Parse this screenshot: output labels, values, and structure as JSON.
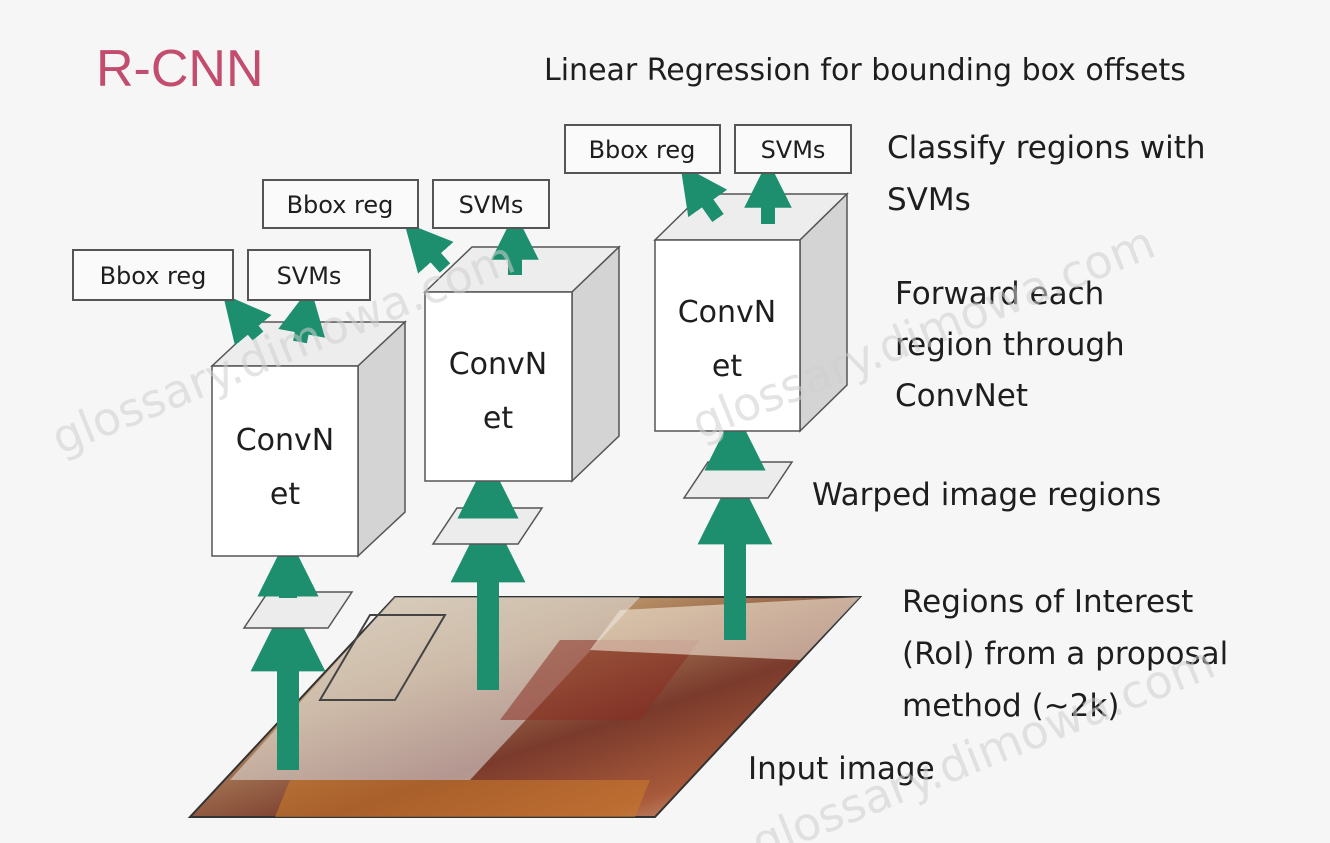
{
  "title": "R-CNN",
  "heading": "Linear Regression for bounding box offsets",
  "labels": {
    "classify_line1": "Classify regions with",
    "classify_line2": "SVMs",
    "forward_line1": "Forward each",
    "forward_line2": "region through",
    "forward_line3": "ConvNet",
    "warped": "Warped image regions",
    "roi_line1": "Regions of Interest",
    "roi_line2": "(RoI) from a proposal",
    "roi_line3": "method (~2k)",
    "input": "Input image"
  },
  "boxes": {
    "bbox_label": "Bbox reg",
    "svm_label": "SVMs"
  },
  "convnet": {
    "line1": "ConvN",
    "line2": "et"
  },
  "watermark": [
    "glossary.dimowa.com",
    "glossary.dimowa.com",
    "glossary.dimowa.com"
  ],
  "colors": {
    "title": "#c24d6e",
    "arrow": "#1e8f6e",
    "text": "#1e1e1e",
    "box_border": "#555555",
    "cube_side": "#d4d4d4"
  }
}
